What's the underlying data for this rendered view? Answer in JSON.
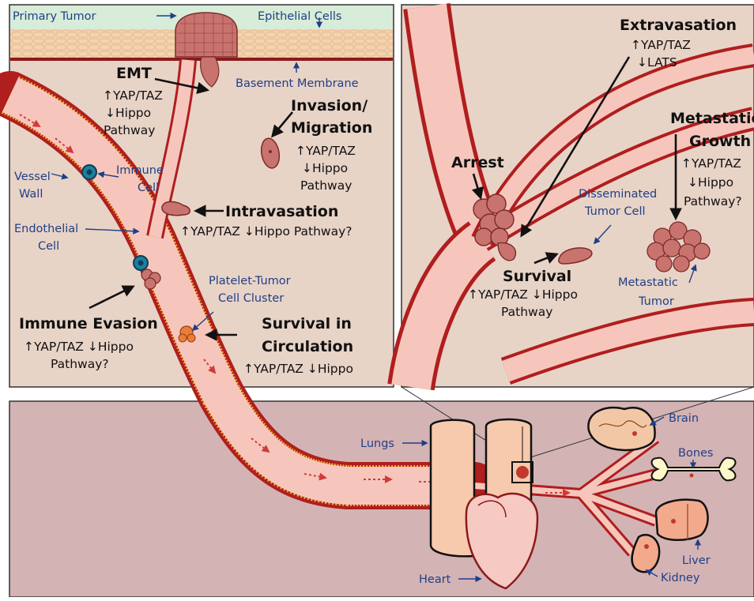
{
  "labels": {
    "primary_tumor": "Primary Tumor",
    "epithelial_cells": "Epithelial Cells",
    "basement_membrane": "Basement Membrane",
    "immune_cell_1": "Immune",
    "immune_cell_2": "Cell",
    "vessel_wall_1": "Vessel",
    "vessel_wall_2": "Wall",
    "endothelial_cell_1": "Endothelial",
    "endothelial_cell_2": "Cell",
    "platelet_cluster_1": "Platelet-Tumor",
    "platelet_cluster_2": "Cell Cluster",
    "disseminated_1": "Disseminated",
    "disseminated_2": "Tumor Cell",
    "metastatic_tumor_1": "Metastatic",
    "metastatic_tumor_2": "Tumor",
    "lungs": "Lungs",
    "heart": "Heart",
    "brain": "Brain",
    "bones": "Bones",
    "liver": "Liver",
    "kidney": "Kidney"
  },
  "stages": {
    "emt": {
      "title": "EMT",
      "line1": "↑YAP/TAZ",
      "line2": "↓Hippo",
      "line3": "Pathway"
    },
    "invasion": {
      "title1": "Invasion/",
      "title2": "Migration",
      "line1": "↑YAP/TAZ",
      "line2": "↓Hippo",
      "line3": "Pathway"
    },
    "intravasation": {
      "title": "Intravasation",
      "line1": "↑YAP/TAZ ↓Hippo Pathway?"
    },
    "immune_evasion": {
      "title": "Immune Evasion",
      "line1": "↑YAP/TAZ ↓Hippo",
      "line2": "Pathway?"
    },
    "survival_circulation": {
      "title1": "Survival in",
      "title2": "Circulation",
      "line1": "↑YAP/TAZ ↓Hippo"
    },
    "arrest": {
      "title": "Arrest"
    },
    "extravasation": {
      "title": "Extravasation",
      "line1": "↑YAP/TAZ",
      "line2": "↓LATS"
    },
    "survival": {
      "title": "Survival",
      "line1": "↑YAP/TAZ ↓Hippo",
      "line2": "Pathway"
    },
    "metastatic_growth": {
      "title1": "Metastatic",
      "title2": "Growth",
      "line1": "↑YAP/TAZ",
      "line2": "↓Hippo",
      "line3": "Pathway?"
    }
  },
  "colors": {
    "panel_bg": "#e8d3c7",
    "bottom_bg": "#d4b3b5",
    "vessel_fill": "#f6c6bc",
    "vessel_wall": "#b01e1e",
    "vessel_inner": "#f0b429",
    "tumor": "#c9736f",
    "label_blue": "#1f3f86"
  }
}
